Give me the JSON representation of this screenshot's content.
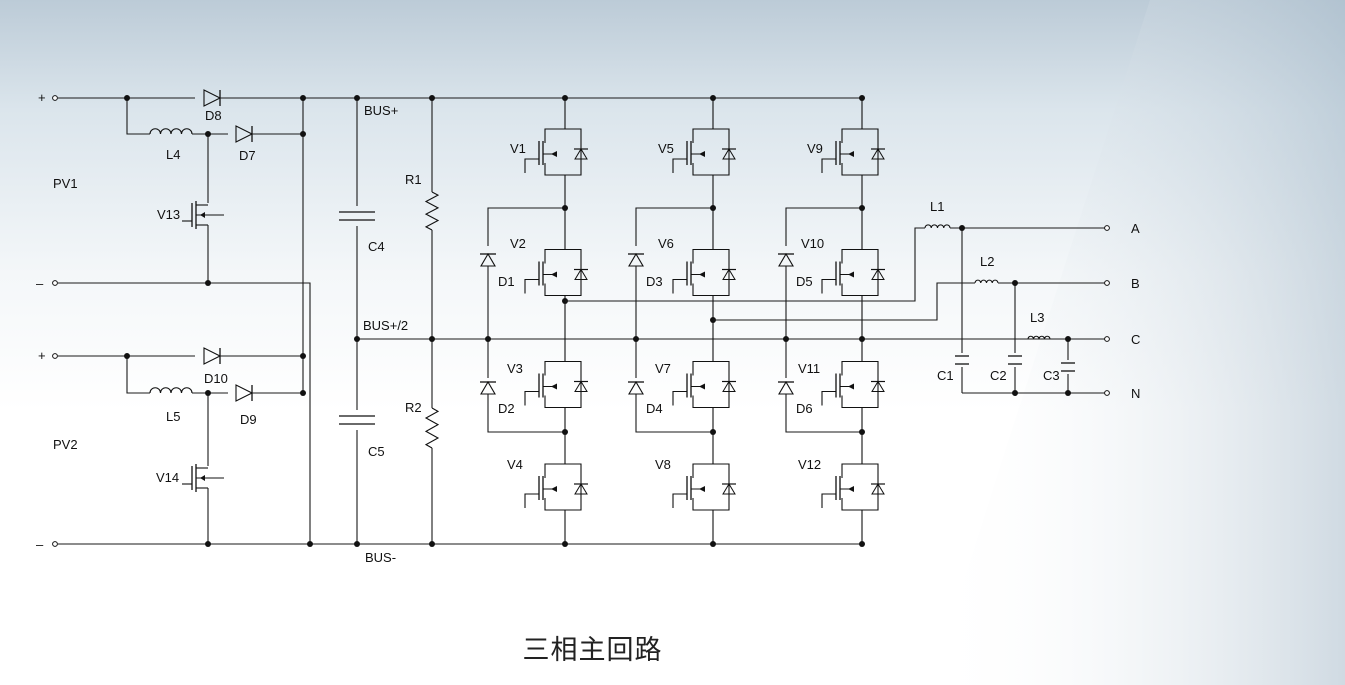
{
  "caption": "三相主回路",
  "diagram": {
    "terminals": {
      "pv1_plus": "+",
      "pv1_minus": "–",
      "pv2_plus": "+",
      "pv2_minus": "–",
      "phase_a": "A",
      "phase_b": "B",
      "phase_c": "C",
      "neutral": "N"
    },
    "sources": {
      "pv1": "PV1",
      "pv2": "PV2"
    },
    "bus": {
      "plus": "BUS+",
      "mid": "BUS+/2",
      "minus": "BUS-"
    },
    "boost": {
      "inductors": [
        "L4",
        "L5"
      ],
      "diodes": [
        "D8",
        "D7",
        "D10",
        "D9"
      ],
      "switches": [
        "V13",
        "V14"
      ]
    },
    "capacitors": {
      "bus": [
        "C4",
        "C5"
      ],
      "filter": [
        "C1",
        "C2",
        "C3"
      ]
    },
    "resistors": [
      "R1",
      "R2"
    ],
    "legs": [
      {
        "switches": [
          "V1",
          "V2",
          "V3",
          "V4"
        ],
        "clamp_diodes": [
          "D1",
          "D2"
        ]
      },
      {
        "switches": [
          "V5",
          "V6",
          "V7",
          "V8"
        ],
        "clamp_diodes": [
          "D3",
          "D4"
        ]
      },
      {
        "switches": [
          "V9",
          "V10",
          "V11",
          "V12"
        ],
        "clamp_diodes": [
          "D5",
          "D6"
        ]
      }
    ],
    "filter_inductors": [
      "L1",
      "L2",
      "L3"
    ]
  }
}
